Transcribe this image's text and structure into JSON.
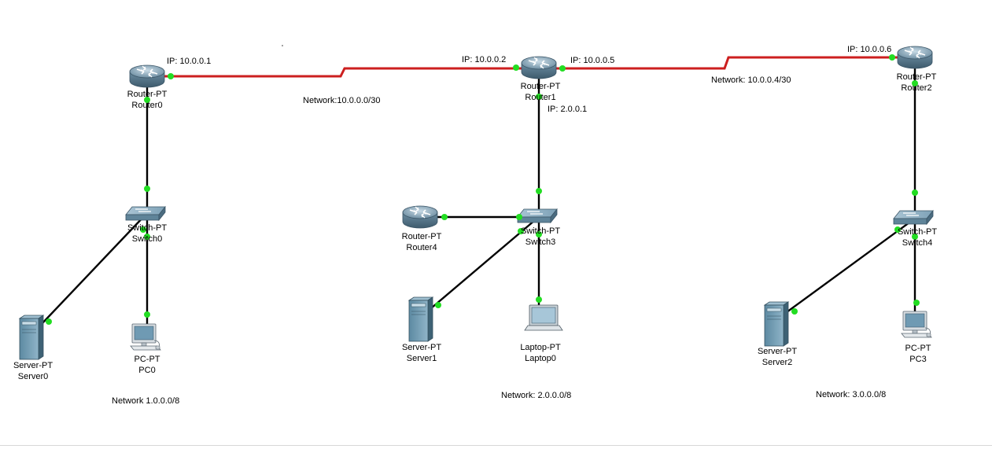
{
  "colors": {
    "serial_link": "#cc1f1f",
    "ethernet_link": "#000000",
    "port_up": "#22dd22"
  },
  "devices": [
    {
      "id": "router0",
      "type": "Router-PT",
      "name": "Router0",
      "icon": "router-icon"
    },
    {
      "id": "router1",
      "type": "Router-PT",
      "name": "Router1",
      "icon": "router-icon"
    },
    {
      "id": "router2",
      "type": "Router-PT",
      "name": "Router2",
      "icon": "router-icon"
    },
    {
      "id": "router4",
      "type": "Router-PT",
      "name": "Router4",
      "icon": "router-icon"
    },
    {
      "id": "switch0",
      "type": "Switch-PT",
      "name": "Switch0",
      "icon": "switch-icon"
    },
    {
      "id": "switch3",
      "type": "Switch-PT",
      "name": "Switch3",
      "icon": "switch-icon"
    },
    {
      "id": "switch4",
      "type": "Switch-PT",
      "name": "Switch4",
      "icon": "switch-icon"
    },
    {
      "id": "server0",
      "type": "Server-PT",
      "name": "Server0",
      "icon": "server-icon"
    },
    {
      "id": "server1",
      "type": "Server-PT",
      "name": "Server1",
      "icon": "server-icon"
    },
    {
      "id": "server2",
      "type": "Server-PT",
      "name": "Server2",
      "icon": "server-icon"
    },
    {
      "id": "pc0",
      "type": "PC-PT",
      "name": "PC0",
      "icon": "pc-icon"
    },
    {
      "id": "pc3",
      "type": "PC-PT",
      "name": "PC3",
      "icon": "pc-icon"
    },
    {
      "id": "laptop0",
      "type": "Laptop-PT",
      "name": "Laptop0",
      "icon": "laptop-icon"
    }
  ],
  "ip_labels": {
    "router0_ip": "IP: 10.0.0.1",
    "router1_ip_left": "IP: 10.0.0.2",
    "router1_ip_right": "IP: 10.0.0.5",
    "router1_ip_lan": "IP: 2.0.0.1",
    "router2_ip": "IP: 10.0.0.6"
  },
  "network_labels": {
    "wan1": "Network:10.0.0.0/30",
    "wan2": "Network: 10.0.0.4/30",
    "lan1": "Network 1.0.0.0/8",
    "lan2": "Network: 2.0.0.0/8",
    "lan3": "Network: 3.0.0.0/8"
  }
}
